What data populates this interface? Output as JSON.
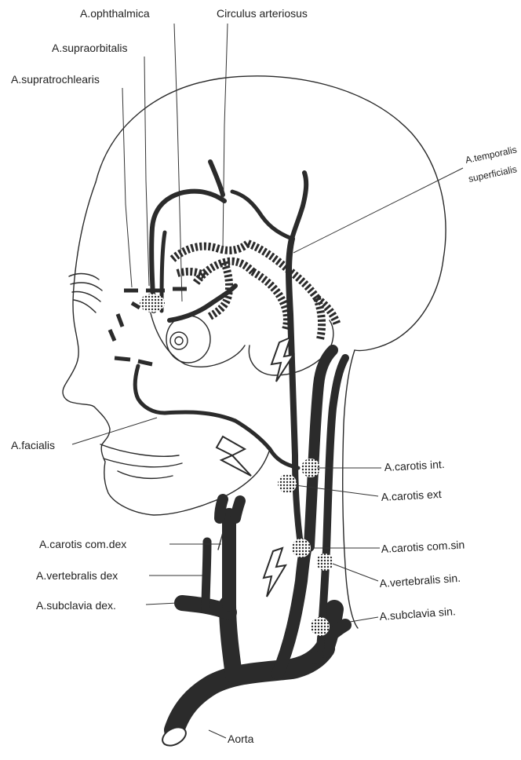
{
  "labels": {
    "ophthalmica": "A.ophthalmica",
    "circulus": "Circulus arteriosus",
    "supraorbitalis": "A.supraorbitalis",
    "supratrochlearis": "A.supratrochlearis",
    "temporalis_1": "A.temporalis",
    "temporalis_2": "superficialis",
    "facialis": "A.facialis",
    "carotis_int": "A.carotis int.",
    "carotis_ext": "A.carotis ext",
    "carotis_com_dex": "A.carotis com.dex",
    "carotis_com_sin": "A.carotis com.sin",
    "vertebralis_dex": "A.vertebralis dex",
    "vertebralis_sin": "A.vertebralis sin.",
    "subclavia_dex": "A.subclavia dex.",
    "subclavia_sin": "A.subclavia sin.",
    "aorta": "Aorta"
  }
}
